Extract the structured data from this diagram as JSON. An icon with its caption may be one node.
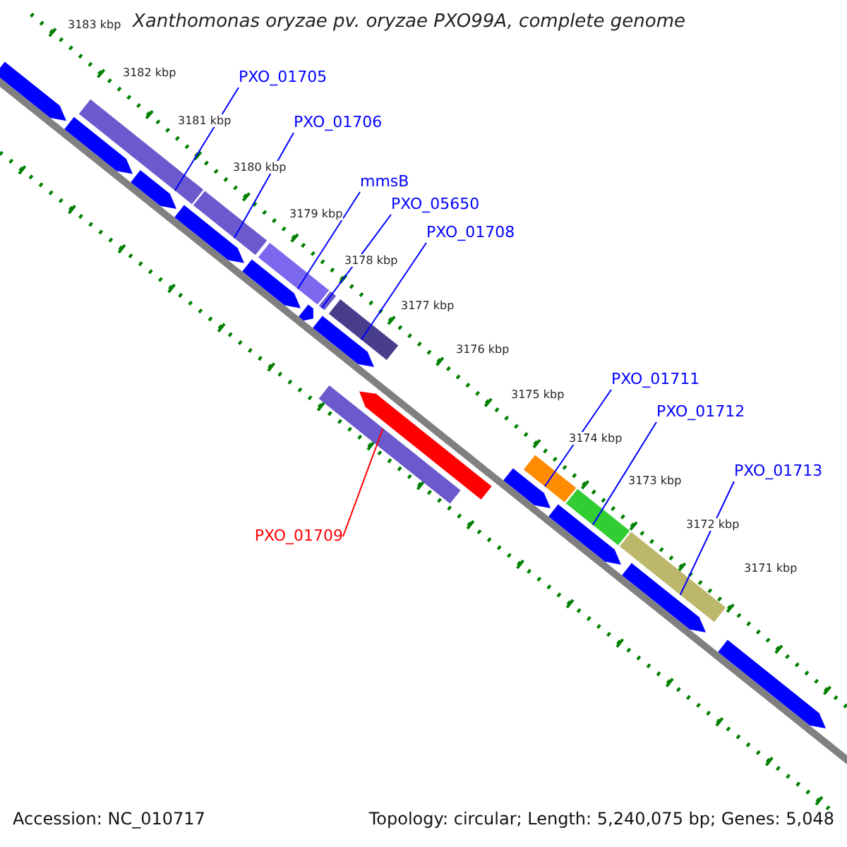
{
  "diagram": {
    "title": "Xanthomonas oryzae pv. oryzae PXO99A, complete genome",
    "nodes": [
      {
        "text": [
          "PXO_01705"
        ]
      },
      {
        "text": [
          "PXO_01706"
        ]
      },
      {
        "text": [
          "mmsB"
        ]
      },
      {
        "text": [
          "PXO_05650"
        ]
      },
      {
        "text": [
          "PXO_01708"
        ]
      },
      {
        "text": [
          "PXO_01711"
        ]
      },
      {
        "text": [
          "PXO_01712"
        ]
      },
      {
        "text": [
          "PXO_01713"
        ]
      },
      {
        "text": [
          "PXO_01709"
        ]
      },
      {
        "text": [],
        "shape": "bar"
      },
      {
        "text": [],
        "shape": "bar"
      },
      {
        "text": [],
        "shape": "bar"
      },
      {
        "text": [],
        "shape": "bar"
      },
      {
        "text": [],
        "shape": "bar"
      },
      {
        "text": [],
        "shape": "bar"
      },
      {
        "text": [],
        "shape": "bar"
      },
      {
        "text": [],
        "shape": "bar"
      },
      {
        "text": [],
        "shape": "bar"
      }
    ],
    "edges": [
      {
        "from": 0,
        "to": 9,
        "arrow": "none"
      },
      {
        "from": 1,
        "to": 10,
        "arrow": "none"
      },
      {
        "from": 2,
        "to": 11,
        "arrow": "none"
      },
      {
        "from": 3,
        "to": 12,
        "arrow": "none"
      },
      {
        "from": 4,
        "to": 13,
        "arrow": "none"
      },
      {
        "from": 5,
        "to": 14,
        "arrow": "none"
      },
      {
        "from": 6,
        "to": 15,
        "arrow": "none"
      },
      {
        "from": 7,
        "to": 16,
        "arrow": "none"
      },
      {
        "from": 8,
        "to": 17,
        "arrow": "none",
        "color": "#ff0000"
      }
    ],
    "labels": [
      "3183 kbp",
      "3182 kbp",
      "3181 kbp",
      "3180 kbp",
      "3179 kbp",
      "3178 kbp",
      "3177 kbp",
      "3176 kbp",
      "3175 kbp",
      "3174 kbp",
      "3173 kbp",
      "3172 kbp",
      "3171 kbp",
      "Accession: NC_010717",
      "Topology: circular; Length: 5,240,075 bp; Genes: 5,048"
    ]
  }
}
